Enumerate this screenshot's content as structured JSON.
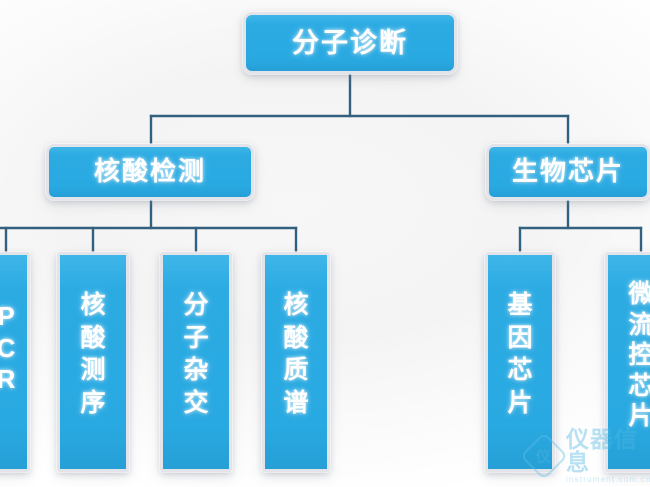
{
  "diagram": {
    "type": "hierarchy-tree",
    "title": "分子诊断",
    "orientation": "top-down",
    "colors": {
      "node_fill": "#29ABE2",
      "node_fill_highlight": "#3FB6E8",
      "node_border": "#E2E4EA",
      "node_text": "#FFFFFF",
      "connector": "#34607F",
      "background": "#F5F5F5"
    },
    "root": {
      "id": "root",
      "label": "分子诊断"
    },
    "level2": [
      {
        "id": "nucleic-acid-detection",
        "label": "核酸检测"
      },
      {
        "id": "biochip",
        "label": "生物芯片"
      }
    ],
    "leaves": [
      {
        "id": "pcr",
        "parent": "nucleic-acid-detection",
        "label": "PCR",
        "clipped": true
      },
      {
        "id": "nucleic-sequencing",
        "parent": "nucleic-acid-detection",
        "label": "核酸测序"
      },
      {
        "id": "molecular-hybridization",
        "parent": "nucleic-acid-detection",
        "label": "分子杂交"
      },
      {
        "id": "nucleic-mass-spec",
        "parent": "nucleic-acid-detection",
        "label": "核酸质谱"
      },
      {
        "id": "gene-chip",
        "parent": "biochip",
        "label": "基因芯片"
      },
      {
        "id": "microfluidic-chip",
        "parent": "biochip",
        "label": "微流控芯片",
        "clipped": true
      }
    ]
  },
  "watermark": {
    "mark_glyph": "仪",
    "text_cn": "仪器信息",
    "text_en": "instrument.com.cn"
  }
}
